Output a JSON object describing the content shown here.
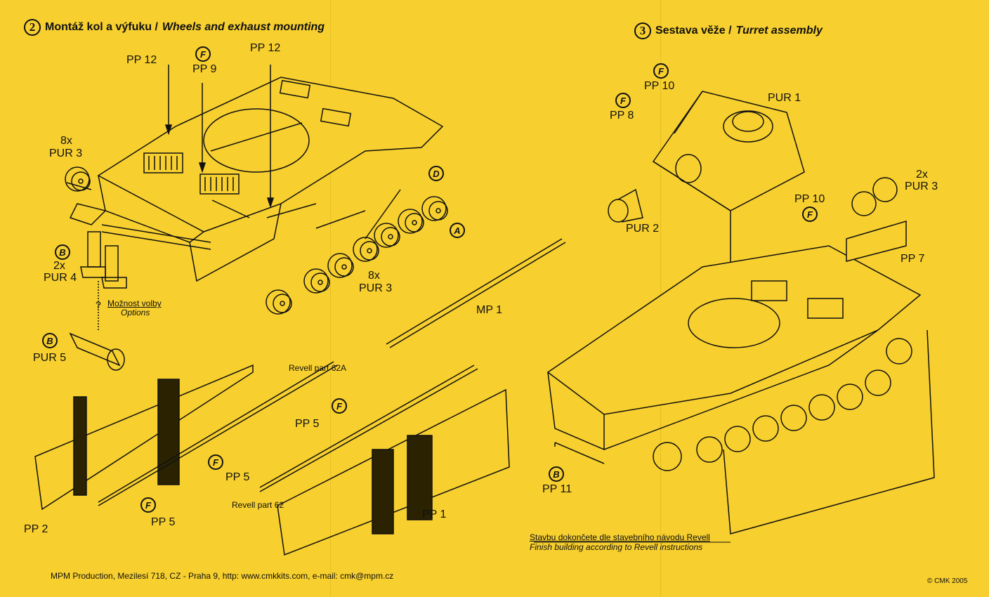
{
  "step2": {
    "number": "2",
    "title_cz": "Montáž kol a výfuku / ",
    "title_en": "Wheels and exhaust mounting"
  },
  "step3": {
    "number": "3",
    "title_cz": "Sestava věže / ",
    "title_en": "Turret assembly"
  },
  "labels": {
    "pp12_left": "PP 12",
    "pp12_right": "PP 12",
    "pp9": "PP 9",
    "pur3_8x_left_qty": "8x",
    "pur3_8x_left": "PUR 3",
    "pur4_qty": "2x",
    "pur4": "PUR 4",
    "pur5": "PUR 5",
    "pur3_8x_bottom_qty": "8x",
    "pur3_8x_bottom": "PUR 3",
    "options_cz": "Možnost volby",
    "options_en": "Options",
    "question": "?",
    "revell_62a": "Revell part 62A",
    "revell_62": "Revell part 62",
    "pp5_a": "PP 5",
    "pp5_b": "PP 5",
    "pp5_c": "PP 5",
    "pp2": "PP 2",
    "pp1": "PP 1",
    "mp1": "MP 1",
    "pp10_top": "PP 10",
    "pp8": "PP 8",
    "pur1": "PUR 1",
    "pur2": "PUR 2",
    "pp10_right": "PP 10",
    "pur3_2x_qty": "2x",
    "pur3_2x": "PUR 3",
    "pp7": "PP 7",
    "pp11": "PP 11"
  },
  "badges": {
    "f": "F",
    "b": "B",
    "d": "D",
    "a": "A"
  },
  "finish": {
    "cz": "Stavbu dokončete dle stavebního návodu Revell",
    "en": "Finish building according to Revell instructions"
  },
  "footer": {
    "address": "MPM Production, Mezilesí 718, CZ - Praha 9,  http: www.cmkkits.com, e-mail: cmk@mpm.cz",
    "copyright": "© CMK 2005"
  }
}
